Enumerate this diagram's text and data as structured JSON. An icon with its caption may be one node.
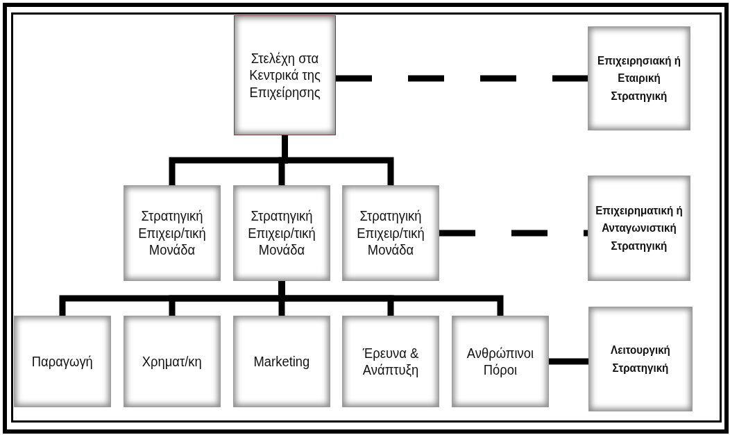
{
  "diagram": {
    "nodes": [
      {
        "text": [
          "Στελέχη στα Κεντρικά της Επιχείρησης"
        ]
      },
      {
        "text": [
          "Επιχειρησιακή ή Εταιρική Στρατηγική"
        ]
      },
      {
        "text": [
          "Στρατηγική Επιχειρ/τική Μονάδα"
        ]
      },
      {
        "text": [
          "Στρατηγική Επιχειρ/τική Μονάδα"
        ]
      },
      {
        "text": [
          "Στρατηγική Επιχειρ/τική Μονάδα"
        ]
      },
      {
        "text": [
          "Επιχειρηματική ή Ανταγωνιστική Στρατηγική"
        ]
      },
      {
        "text": [
          "Παραγωγή"
        ]
      },
      {
        "text": [
          "Χρηματ/κη"
        ]
      },
      {
        "text": [
          "Marketing"
        ]
      },
      {
        "text": [
          "Έρευνα & Ανάπτυξη"
        ]
      },
      {
        "text": [
          "Ανθρώπινοι Πόροι"
        ]
      },
      {
        "text": [
          "Λειτουργική Στρατηγική"
        ]
      }
    ],
    "edges": [
      {
        "from": 0,
        "to": 1,
        "arrow": "none",
        "style": "dashed"
      },
      {
        "from": 0,
        "to": 2,
        "arrow": "none"
      },
      {
        "from": 0,
        "to": 3,
        "arrow": "none"
      },
      {
        "from": 0,
        "to": 4,
        "arrow": "none"
      },
      {
        "from": 4,
        "to": 5,
        "arrow": "none",
        "style": "dashed"
      },
      {
        "from": 3,
        "to": 6,
        "arrow": "none"
      },
      {
        "from": 3,
        "to": 7,
        "arrow": "none"
      },
      {
        "from": 3,
        "to": 8,
        "arrow": "none"
      },
      {
        "from": 3,
        "to": 9,
        "arrow": "none"
      },
      {
        "from": 3,
        "to": 10,
        "arrow": "none"
      },
      {
        "from": 10,
        "to": 11,
        "arrow": "none"
      }
    ]
  }
}
